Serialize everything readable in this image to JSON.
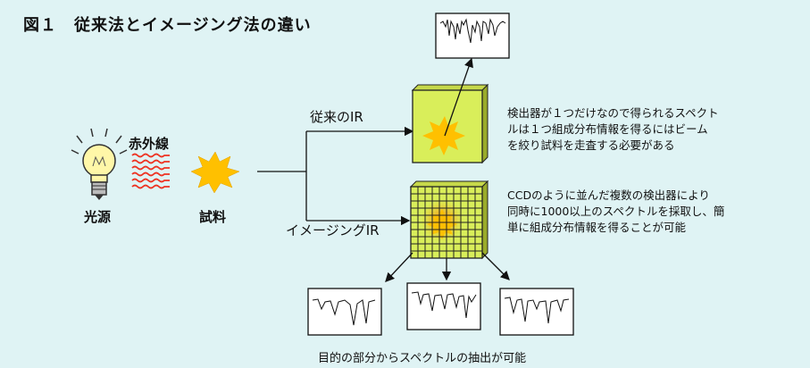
{
  "title": "図１　従来法とイメージング法の違い",
  "light_source_label": "光源",
  "infrared_label": "赤外線",
  "sample_label": "試料",
  "conventional_ir_label": "従来のIR",
  "imaging_ir_label": "イメージングIR",
  "conventional_description": [
    "検出器が１つだけなので得られるスペクト",
    "ルは１つ組成分布情報を得るにはビーム",
    "を絞り試料を走査する必要がある"
  ],
  "imaging_description": [
    "CCDのように並んだ複数の検出器により",
    "同時に1000以上のスペクトルを採取し、簡",
    "単に組成分布情報を得ることが可能"
  ],
  "bottom_caption": "目的の部分からスペクトルの抽出が可能",
  "colors": {
    "background": "#dff3f4",
    "detector_fill": "#d9ee5a",
    "burst": "#ffc000",
    "infrared": "#ee3322",
    "arrow": "#111111"
  }
}
